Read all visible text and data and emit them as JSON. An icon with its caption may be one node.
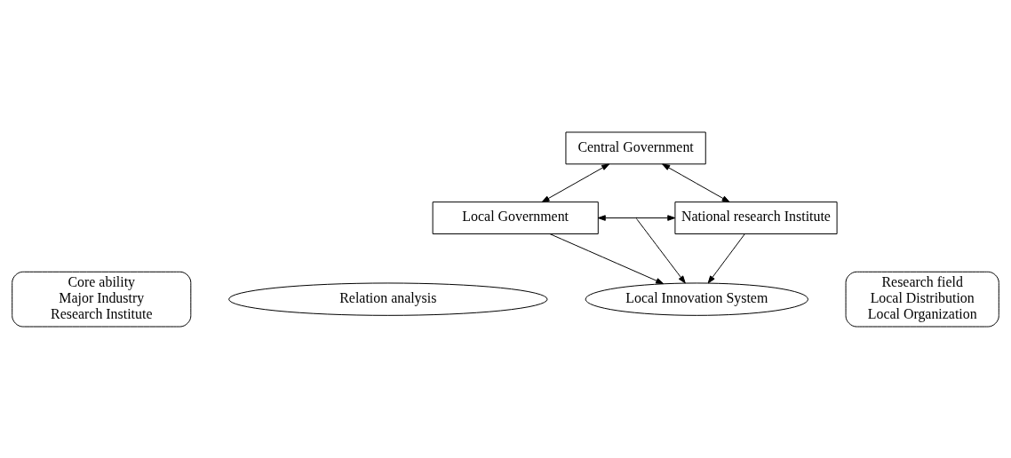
{
  "diagram": {
    "nodes": [
      {
        "text": [
          "Central Government"
        ]
      },
      {
        "text": [
          "Local Innovation System"
        ]
      },
      {
        "text": [
          "Local Government"
        ]
      },
      {
        "text": [
          "National research Institute"
        ]
      },
      {
        "text": [
          "Core ability",
          "Major Industry",
          "Research Institute"
        ]
      },
      {
        "text": [
          "Relation analysis"
        ]
      },
      {
        "text": [
          "Research field",
          "Local Distribution",
          "Local Organization"
        ]
      }
    ],
    "edges": [
      {
        "from": 0,
        "to": 2,
        "arrow": "both"
      },
      {
        "from": 0,
        "to": 3,
        "arrow": "both"
      },
      {
        "from": 2,
        "to": 1,
        "arrow": "to"
      },
      {
        "from": 3,
        "to": 1,
        "arrow": "to"
      },
      {
        "from": 2,
        "to": 3,
        "arrow": "both"
      },
      {
        "from": null,
        "to": 1,
        "arrow": "to"
      }
    ]
  }
}
